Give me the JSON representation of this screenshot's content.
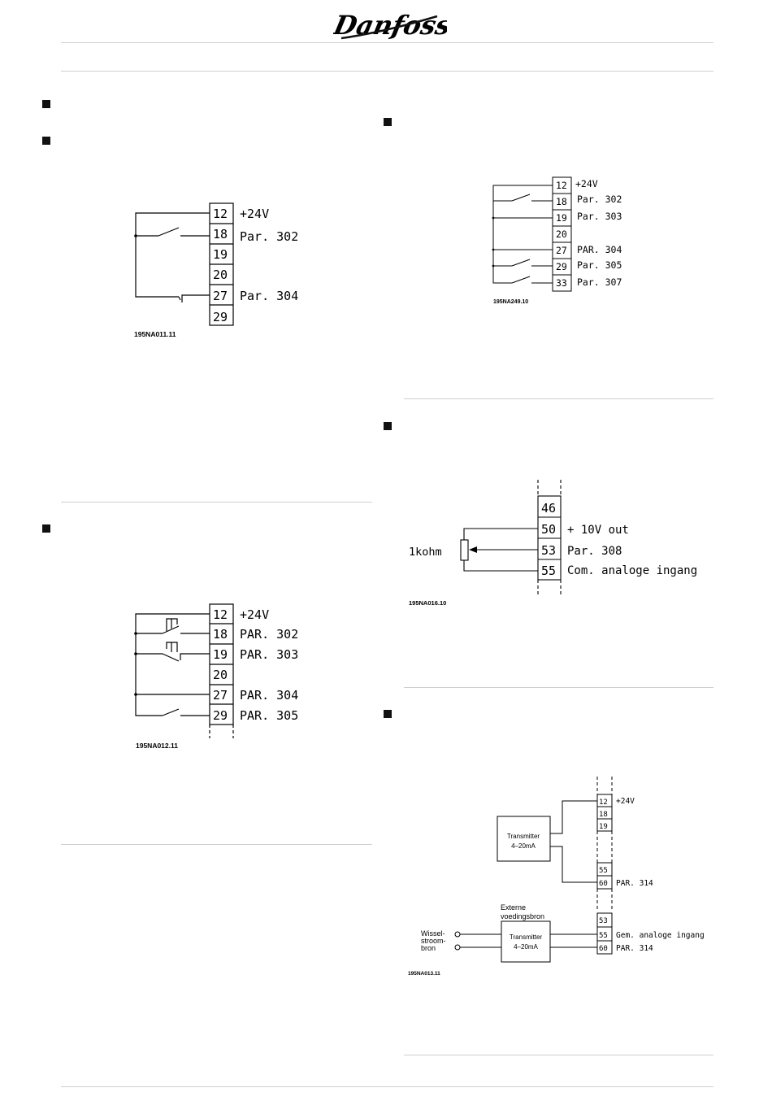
{
  "header": {
    "logo_text": "Danfoss"
  },
  "diagram_1": {
    "terminals": [
      "12",
      "18",
      "19",
      "20",
      "27",
      "29"
    ],
    "labels": {
      "t12": "+24V",
      "t18": "Par.  302",
      "t27": "Par.  304"
    },
    "code": "195NA011.11"
  },
  "diagram_2": {
    "terminals": [
      "12",
      "18",
      "19",
      "20",
      "27",
      "29"
    ],
    "labels": {
      "t12": "+24V",
      "t18": "PAR.  302",
      "t19": "PAR.  303",
      "t27": "PAR.  304",
      "t29": "PAR.  305"
    },
    "code": "195NA012.11"
  },
  "diagram_3": {
    "terminals": [
      "12",
      "18",
      "19",
      "20",
      "27",
      "29",
      "33"
    ],
    "labels": {
      "t12": "+24V",
      "t18": "Par.  302",
      "t19": "Par.  303",
      "t27": "PAR.  304",
      "t29": "Par.  305",
      "t33": "Par.  307"
    },
    "code": "195NA249.10"
  },
  "diagram_4": {
    "terminals": [
      "46",
      "50",
      "53",
      "55"
    ],
    "labels": {
      "t50": "+  10V  out",
      "t53": "Par.  308",
      "t55": "Com.  analoge  ingang"
    },
    "resistor": "1kohm",
    "code": "195NA016.10"
  },
  "diagram_5": {
    "top_terminals": [
      "12",
      "18",
      "19",
      "55",
      "60"
    ],
    "top_labels": {
      "t12": "+24V",
      "t60": "PAR.  314"
    },
    "transmitter_line1": "Transmitter",
    "transmitter_line2": "4–20mA",
    "ext_supply_line1": "Externe",
    "ext_supply_line2": "voedingsbron",
    "ac_line1": "Wissel-",
    "ac_line2": "stroom-",
    "ac_line3": "bron",
    "bottom_terminals": [
      "53",
      "55",
      "60"
    ],
    "bottom_labels": {
      "t55": "Gem.  analoge  ingang",
      "t60": "PAR.  314"
    },
    "code": "195NA013.11"
  }
}
